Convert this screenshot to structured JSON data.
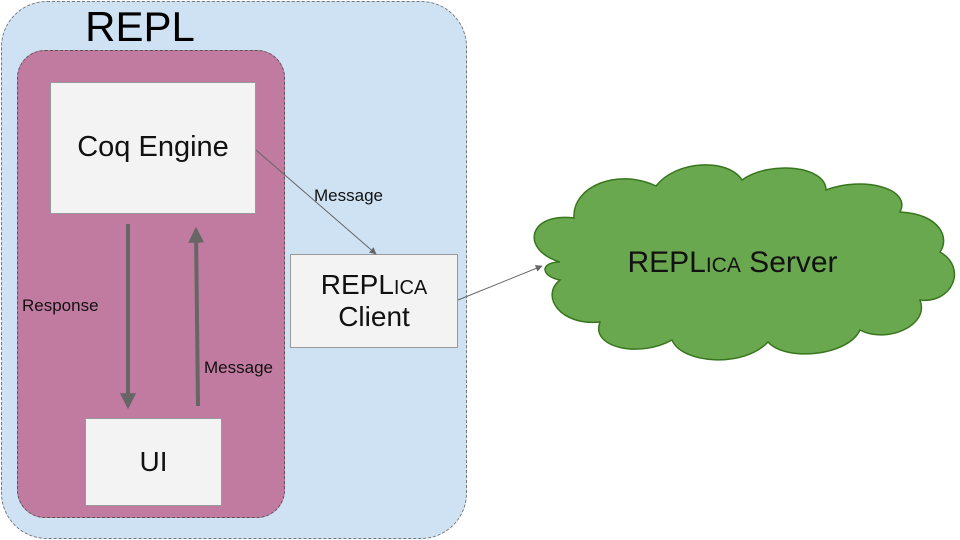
{
  "repl": {
    "title": "REPL"
  },
  "nodes": {
    "coq_engine": "Coq Engine",
    "ui": "UI",
    "client": {
      "name_prefix": "REPL",
      "name_smallcaps": "ica",
      "line2": "Client"
    },
    "server": {
      "name_prefix": "REPL",
      "name_smallcaps": "ica",
      "suffix": " Server"
    }
  },
  "edge_labels": {
    "response": "Response",
    "message_up": "Message",
    "message_diag": "Message"
  },
  "colors": {
    "repl_fill": "#cfe2f3",
    "inner_fill": "#c27ba0",
    "node_fill": "#f3f3f3",
    "cloud_fill": "#6aa84f",
    "cloud_stroke": "#38761d",
    "arrow": "#666666"
  }
}
